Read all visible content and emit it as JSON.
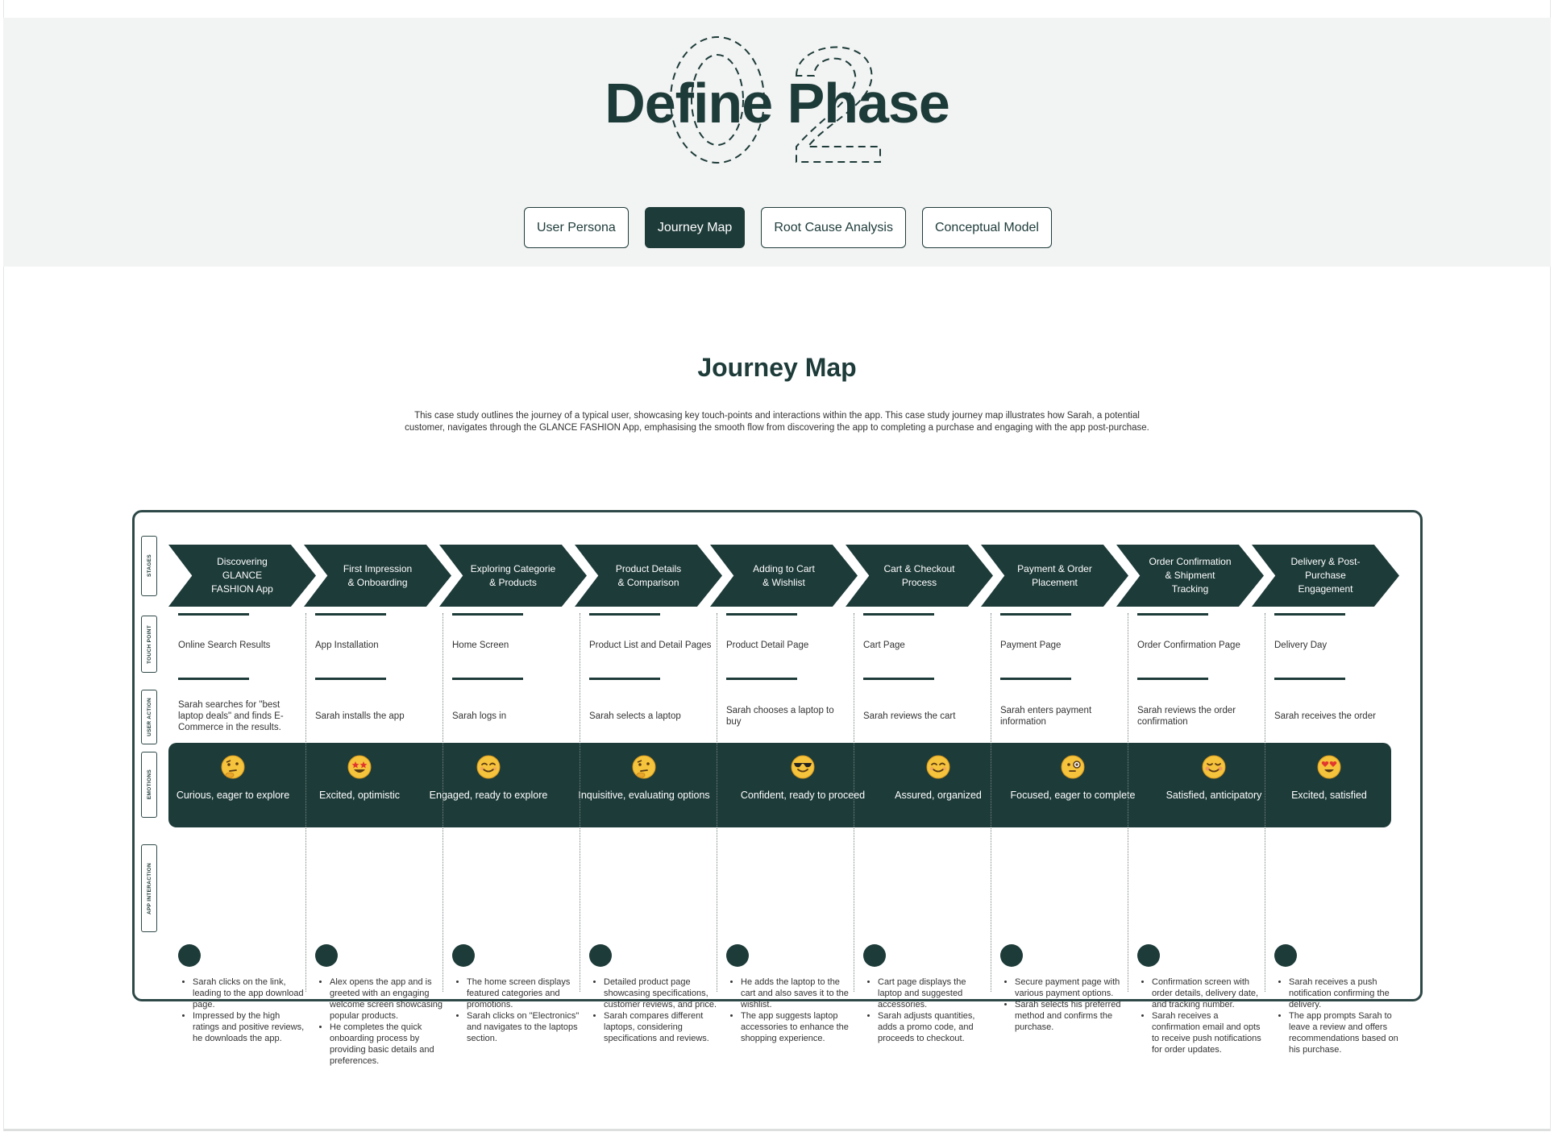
{
  "hero": {
    "title": "Define Phase",
    "big_number": "02"
  },
  "tabs": [
    {
      "label": "User Persona",
      "active": false
    },
    {
      "label": "Journey Map",
      "active": true
    },
    {
      "label": "Root Cause Analysis",
      "active": false
    },
    {
      "label": "Conceptual Model",
      "active": false
    }
  ],
  "section": {
    "title": "Journey Map",
    "intro_line1": "This case study outlines the journey of a typical user, showcasing key touch-points and interactions within the app. This case study journey map illustrates how Sarah, a potential",
    "intro_line2": "customer, navigates through the GLANCE FASHION App, emphasising the smooth flow from discovering the app to completing a purchase and engaging with the app post-purchase."
  },
  "row_labels": {
    "stages": "STAGES",
    "touch_point": "TOUCH POINT",
    "user_action": "USER ACTION",
    "emotions": "EMOTIONS",
    "app_interaction": "APP INTERACTION"
  },
  "colors": {
    "primary": "#1d3b39",
    "hero_bg": "#f2f4f3"
  },
  "stages": [
    {
      "lines": [
        "Discovering",
        "GLANCE",
        "FASHION App"
      ],
      "touch_point": "Online Search Results",
      "user_action": "Sarah searches for \"best laptop deals\" and finds E-Commerce in the results.",
      "emotion_icon": "thinking-face-icon",
      "emotion": "Curious, eager to explore",
      "interactions": [
        "Sarah clicks on the link, leading to the app download page.",
        "Impressed by the high ratings and positive reviews, he downloads the app."
      ]
    },
    {
      "lines": [
        "First Impression",
        "& Onboarding"
      ],
      "touch_point": "App Installation",
      "user_action": "Sarah installs the app",
      "emotion_icon": "star-struck-icon",
      "emotion": "Excited, optimistic",
      "interactions": [
        "Alex opens the app and is greeted with an engaging welcome screen showcasing popular products.",
        "He completes the quick onboarding process by providing basic details and preferences."
      ]
    },
    {
      "lines": [
        "Exploring Categorie",
        "& Products"
      ],
      "touch_point": "Home Screen",
      "user_action": "Sarah logs in",
      "emotion_icon": "smiling-face-icon",
      "emotion": "Engaged, ready to explore",
      "interactions": [
        "The home screen displays featured categories and promotions.",
        "Sarah clicks on \"Electronics\" and navigates to the laptops section."
      ]
    },
    {
      "lines": [
        "Product Details",
        "& Comparison"
      ],
      "touch_point": "Product List and Detail Pages",
      "user_action": "Sarah selects a laptop",
      "emotion_icon": "thinking-face-icon",
      "emotion": "Inquisitive, evaluating options",
      "interactions": [
        "Detailed product page showcasing specifications, customer reviews, and price.",
        "Sarah compares different laptops, considering specifications and reviews."
      ]
    },
    {
      "lines": [
        "Adding to Cart",
        "& Wishlist"
      ],
      "touch_point": "Product Detail Page",
      "user_action": "Sarah chooses a laptop to buy",
      "emotion_icon": "sunglasses-face-icon",
      "emotion": "Confident, ready to proceed",
      "interactions": [
        "He adds the laptop to the cart and also saves it to the wishlist.",
        "The app suggests laptop accessories to enhance the shopping experience."
      ]
    },
    {
      "lines": [
        "Cart & Checkout",
        "Process"
      ],
      "touch_point": "Cart Page",
      "user_action": "Sarah reviews the cart",
      "emotion_icon": "smiling-face-icon",
      "emotion": "Assured, organized",
      "interactions": [
        "Cart page displays the laptop and suggested accessories.",
        "Sarah adjusts quantities, adds a promo code, and proceeds to checkout."
      ]
    },
    {
      "lines": [
        "Payment & Order",
        "Placement"
      ],
      "touch_point": "Payment Page",
      "user_action": "Sarah enters payment information",
      "emotion_icon": "monocle-face-icon",
      "emotion": "Focused, eager to complete",
      "interactions": [
        "Secure payment page with various payment options.",
        "Sarah selects his preferred method and confirms the purchase."
      ]
    },
    {
      "lines": [
        "Order Confirmation",
        "& Shipment Tracking"
      ],
      "touch_point": "Order Confirmation Page",
      "user_action": "Sarah reviews the order confirmation",
      "emotion_icon": "blushing-smile-icon",
      "emotion": "Satisfied, anticipatory",
      "interactions": [
        "Confirmation screen with order details, delivery date, and tracking number.",
        "Sarah receives a confirmation email and opts to receive push notifications for order updates."
      ]
    },
    {
      "lines": [
        "Delivery & Post-",
        "Purchase Engagement"
      ],
      "touch_point": "Delivery Day",
      "user_action": "Sarah receives the order",
      "emotion_icon": "heart-eyes-icon",
      "emotion": "Excited, satisfied",
      "interactions": [
        "Sarah receives a push notification confirming the delivery.",
        "The app prompts Sarah to leave a review and offers recommendations based on his purchase."
      ]
    }
  ]
}
